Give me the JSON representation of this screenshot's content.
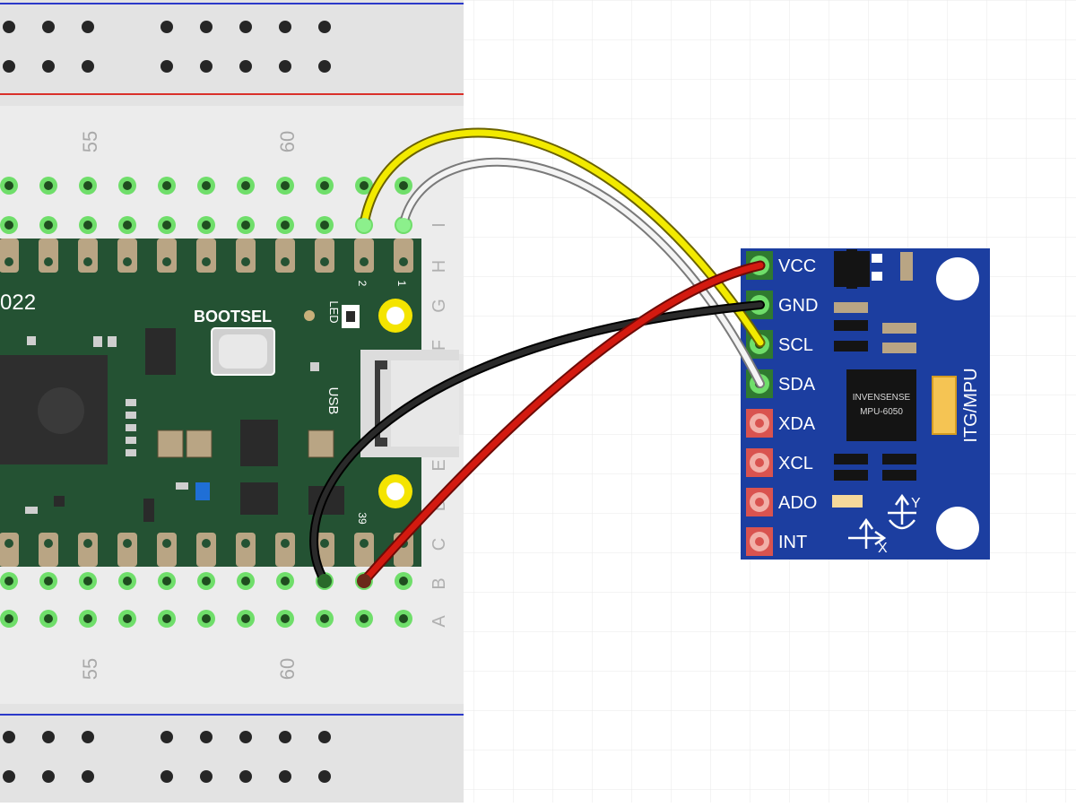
{
  "breadboard": {
    "column_numbers": [
      "55",
      "60"
    ],
    "row_letters": [
      "I",
      "H",
      "G",
      "F",
      "E",
      "D",
      "C",
      "B",
      "A"
    ]
  },
  "pico": {
    "year_text": "022",
    "bootsel_label": "BOOTSEL",
    "led_label": "LED",
    "usb_label": "USB",
    "pin_top_left": "2",
    "pin_top_right": "1",
    "pin_bottom": "39"
  },
  "module": {
    "pins": [
      "VCC",
      "GND",
      "SCL",
      "SDA",
      "XDA",
      "XCL",
      "ADO",
      "INT"
    ],
    "chip_line1": "INVENSENSE",
    "chip_line2": "MPU-6050",
    "side_label": "ITG/MPU",
    "axis_x": "X",
    "axis_y": "Y"
  },
  "wires": [
    {
      "from": "pico-pin-2",
      "to": "SCL",
      "color": "#f2ea00"
    },
    {
      "from": "pico-pin-1",
      "to": "SDA",
      "color": "#f2f2f2"
    },
    {
      "from": "pico-pin-gnd",
      "to": "GND",
      "color": "#1c1c1c"
    },
    {
      "from": "pico-pin-vcc",
      "to": "VCC",
      "color": "#d31a10"
    }
  ],
  "colors": {
    "pcb_green": "#245233",
    "module_blue": "#1c3ea0",
    "breadboard": "#ececec",
    "rail_red": "#d9302a",
    "rail_blue": "#2b39c9",
    "hole_green": "#5fd45c"
  }
}
